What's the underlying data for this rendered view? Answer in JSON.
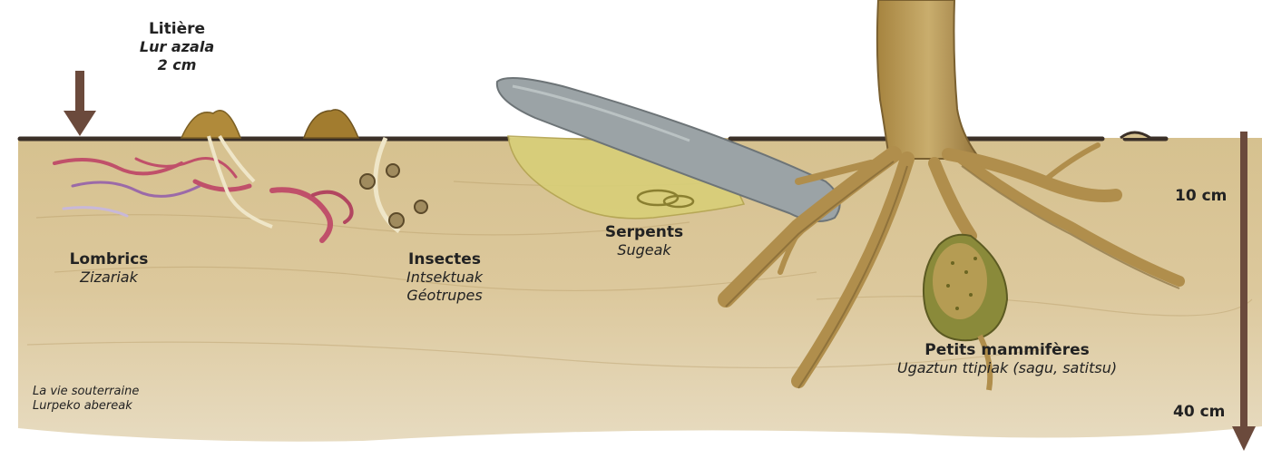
{
  "labels": {
    "litter": {
      "fr": "Litière",
      "eu": "Lur azala",
      "depth": "2 cm"
    },
    "depth_10": "10 cm",
    "depth_40": "40 cm",
    "worms": {
      "fr": "Lombrics",
      "eu": "Zizariak"
    },
    "insects": {
      "fr": "Insectes",
      "eu": "Intsektuak",
      "example": "Géotrupes"
    },
    "snakes": {
      "fr": "Serpents",
      "eu": "Sugeak"
    },
    "mammals": {
      "fr": "Petits mammifères",
      "eu": "Ugaztun ttipiak (sagu, satitsu)"
    },
    "caption": {
      "fr": "La vie souterraine",
      "eu": "Lurpeko abereak"
    }
  },
  "colors": {
    "soil": "#d9c49a",
    "soil_dark": "#bfa472",
    "surface_line": "#3b3028",
    "arrow": "#6b4a3c",
    "stone": "#9ba3a6",
    "root": "#b08e4c",
    "root_dark": "#7a6030",
    "worm": "#c0506a",
    "burrow": "#d8cf78"
  }
}
